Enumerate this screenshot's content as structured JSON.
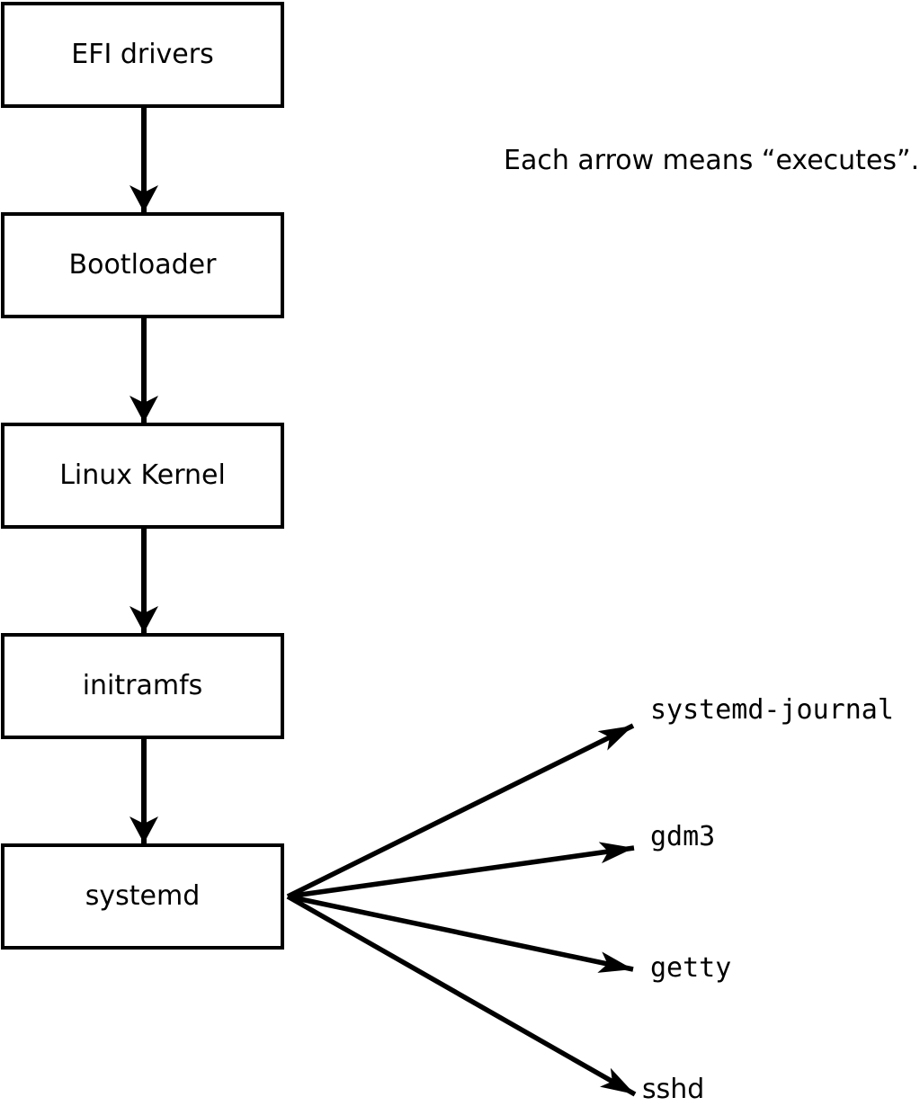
{
  "note": {
    "text": "Each arrow means “executes”."
  },
  "chain": [
    {
      "label": "EFI drivers"
    },
    {
      "label": "Bootloader"
    },
    {
      "label": "Linux Kernel"
    },
    {
      "label": "initramfs"
    },
    {
      "label": "systemd"
    }
  ],
  "services": [
    {
      "label": "systemd-journal"
    },
    {
      "label": "gdm3"
    },
    {
      "label": "getty"
    },
    {
      "label": "sshd"
    }
  ],
  "colors": {
    "ink": "#000000",
    "background": "#ffffff",
    "box_fill": "#ffffff"
  }
}
